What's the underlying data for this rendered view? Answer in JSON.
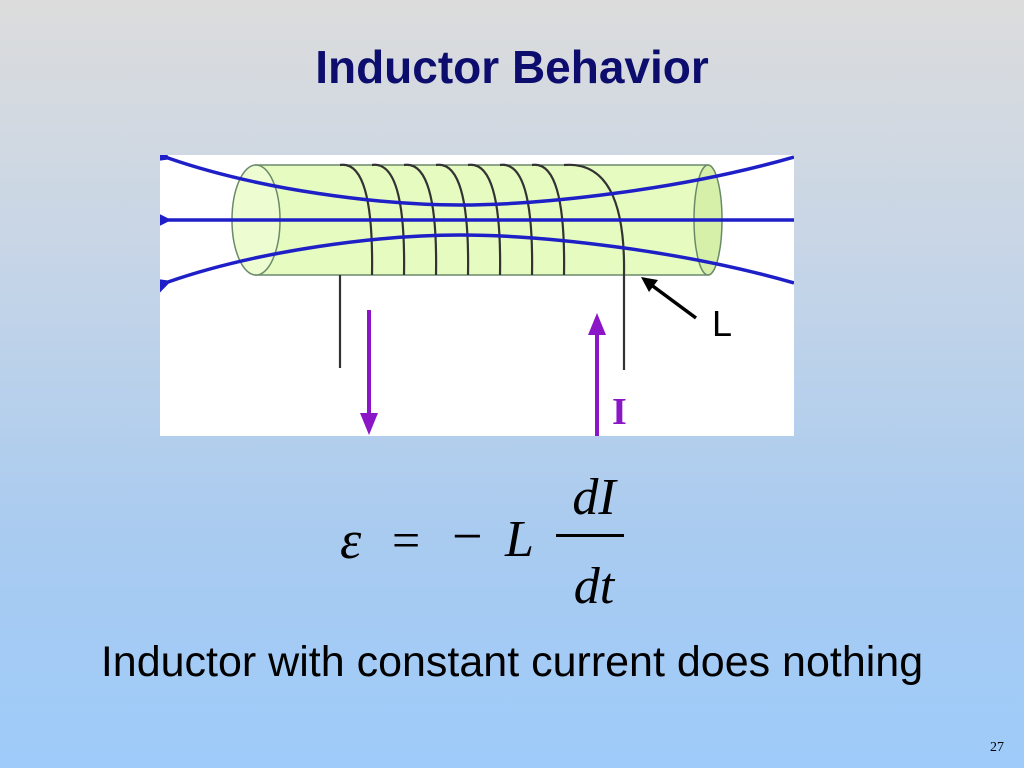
{
  "slide": {
    "title": "Inductor Behavior",
    "caption": "Inductor with constant current does nothing",
    "page_number": "27"
  },
  "figure": {
    "inductor_label": "L",
    "current_label": "I",
    "colors": {
      "field_lines": "#1f1fc8",
      "core_fill": "#e6fbbf",
      "current_arrows": "#8a16c8",
      "wire": "#333333"
    }
  },
  "equation": {
    "emf": "ε",
    "equals": "=",
    "minus": "−",
    "inductance": "L",
    "numerator": "dI",
    "denominator": "dt"
  }
}
